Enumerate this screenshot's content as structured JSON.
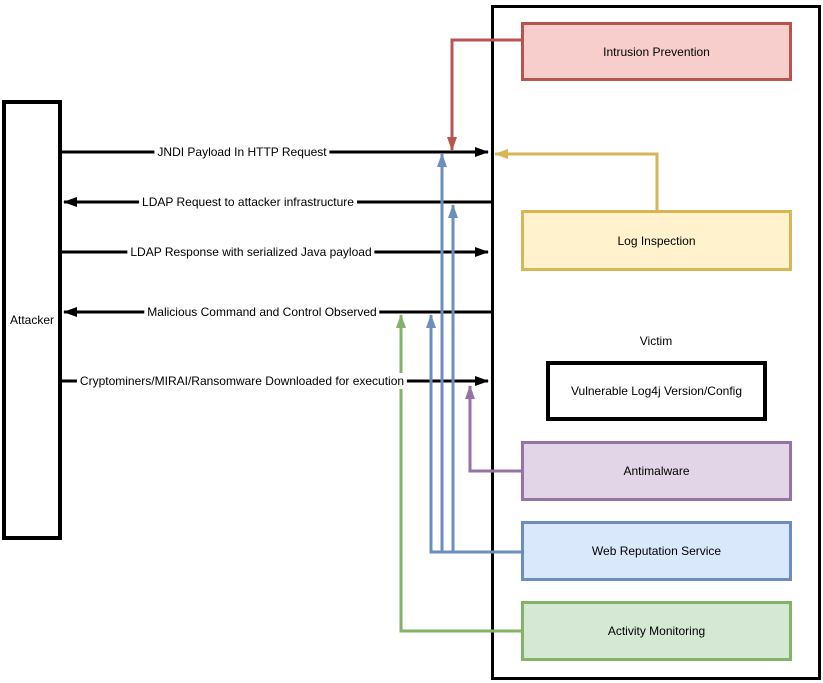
{
  "diagram": {
    "title_implicit": "Log4j exploitation sequence with security detection layers",
    "attacker": {
      "label": "Attacker"
    },
    "victim": {
      "label": "Victim",
      "vulnerable_component": {
        "label": "Vulnerable Log4j Version/Config"
      }
    },
    "services": [
      {
        "id": "intrusion-prevention",
        "label": "Intrusion Prevention",
        "fill": "#f8cecc",
        "stroke": "#b85450"
      },
      {
        "id": "log-inspection",
        "label": "Log Inspection",
        "fill": "#fff2cc",
        "stroke": "#d6b656"
      },
      {
        "id": "antimalware",
        "label": "Antimalware",
        "fill": "#e1d5e7",
        "stroke": "#9673a6"
      },
      {
        "id": "web-reputation-service",
        "label": "Web Reputation Service",
        "fill": "#dae8fc",
        "stroke": "#6c8ebf"
      },
      {
        "id": "activity-monitoring",
        "label": "Activity Monitoring",
        "fill": "#d5e8d4",
        "stroke": "#82b366"
      }
    ],
    "messages": [
      {
        "label": "JNDI Payload In HTTP Request",
        "direction": "attacker-to-victim"
      },
      {
        "label": "LDAP Request to attacker infrastructure",
        "direction": "victim-to-attacker"
      },
      {
        "label": "LDAP Response with serialized Java payload",
        "direction": "attacker-to-victim"
      },
      {
        "label": "Malicious Command and Control Observed",
        "direction": "victim-to-attacker"
      },
      {
        "label": "Cryptominers/MIRAI/Ransomware Downloaded for execution",
        "direction": "attacker-to-victim"
      }
    ],
    "detections": [
      {
        "service": "Intrusion Prevention",
        "color": "#b85450",
        "points_at": [
          "JNDI Payload In HTTP Request"
        ]
      },
      {
        "service": "Log Inspection",
        "color": "#d6b656",
        "points_at": [
          "JNDI Payload In HTTP Request"
        ]
      },
      {
        "service": "Antimalware",
        "color": "#9673a6",
        "points_at": [
          "Cryptominers/MIRAI/Ransomware Downloaded for execution"
        ]
      },
      {
        "service": "Web Reputation Service",
        "color": "#6c8ebf",
        "points_at": [
          "JNDI Payload In HTTP Request",
          "LDAP Request to attacker infrastructure",
          "Malicious Command and Control Observed"
        ]
      },
      {
        "service": "Activity Monitoring",
        "color": "#82b366",
        "points_at": [
          "Malicious Command and Control Observed"
        ]
      }
    ],
    "colors": {
      "line_black": "#000000",
      "red": "#b85450",
      "yellow": "#d6b656",
      "purple": "#9673a6",
      "blue": "#6c8ebf",
      "green": "#82b366"
    }
  }
}
